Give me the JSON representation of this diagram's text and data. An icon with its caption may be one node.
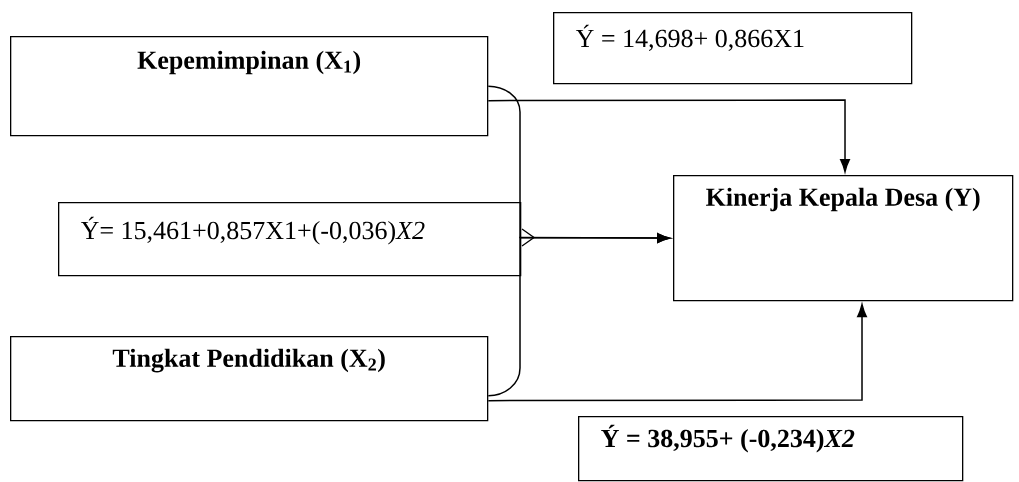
{
  "diagram": {
    "nodes": [
      {
        "text": [
          "Kepemimpinan  (X$_{1}$)"
        ]
      },
      {
        "text": [
          "Ý = 14,698+ 0,866X1"
        ]
      },
      {
        "text": [
          "Ý= 15,461+0,857X1+(-0,036)*X2*"
        ]
      },
      {
        "text": [
          "Kinerja Kepala Desa (Y)"
        ]
      },
      {
        "text": [
          "Tingkat Pendidikan (X$_{2}$)"
        ]
      },
      {
        "text": [
          "Ý = 38,955+ (-0,234)*X2*"
        ]
      }
    ],
    "edges": [
      {
        "from": 0,
        "to": 3,
        "arrow": "to"
      },
      {
        "from": 0,
        "to": 3,
        "arrow": "to"
      },
      {
        "from": 4,
        "to": 3,
        "arrow": "to"
      },
      {
        "from": 4,
        "to": 3,
        "arrow": "to"
      }
    ]
  }
}
